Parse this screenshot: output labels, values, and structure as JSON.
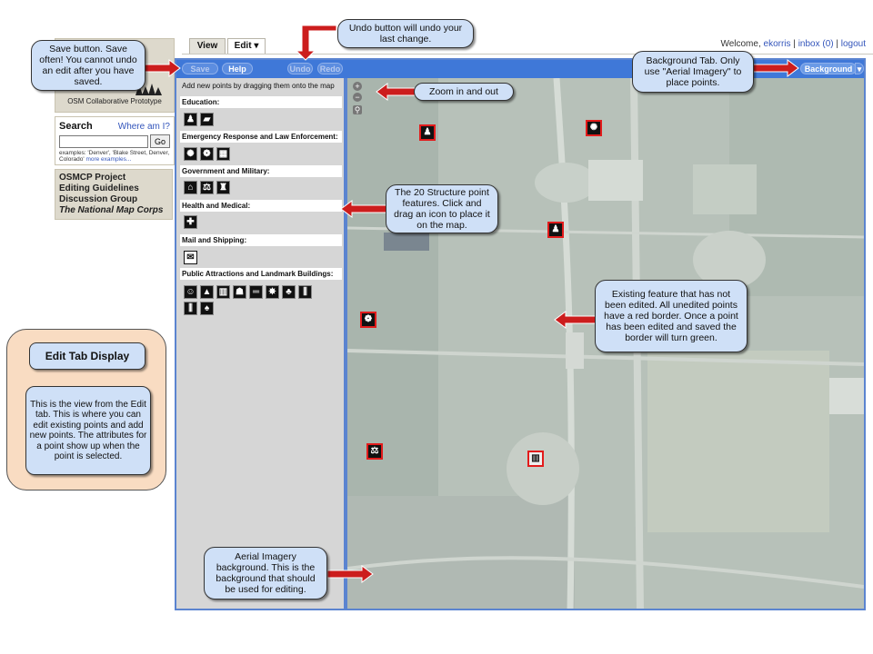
{
  "site": {
    "logo_title_partial": "es",
    "logo_subtitle_partial": "nal",
    "logo_caption": "OSM Collaborative Prototype",
    "search_title": "Search",
    "where_am_i": "Where am I?",
    "search_placeholder": "",
    "go_label": "Go",
    "search_examples": "examples: 'Denver', 'Blake Street, Denver, Colorado'",
    "more_examples": "more examples...",
    "links": [
      "OSMCP Project",
      "Editing Guidelines",
      "Discussion Group",
      "The National Map Corps"
    ]
  },
  "tabs": {
    "view": "View",
    "edit": "Edit ▾"
  },
  "user": {
    "welcome": "Welcome,",
    "username": "ekorris",
    "sep1": " | ",
    "inbox": "inbox (0)",
    "sep2": " | ",
    "logout": "logout"
  },
  "toolbar": {
    "save": "Save",
    "help": "Help",
    "undo": "Undo",
    "redo": "Redo",
    "background": "Background",
    "drop": "▾"
  },
  "palette": {
    "hint": "Add new points by dragging them onto the map",
    "sections": [
      "Education:",
      "Emergency Response and Law Enforcement:",
      "Government and Military:",
      "Health and Medical:",
      "Mail and Shipping:",
      "Public Attractions and Landmark Buildings:"
    ],
    "icons": [
      "school-icon",
      "college-icon",
      "ambulance-icon",
      "fire-station-icon",
      "police-icon",
      "post-office-icon",
      "courthouse-icon",
      "city-hall-icon",
      "hospital-icon",
      "mail-icon",
      "theater-icon",
      "campground-icon",
      "library-icon",
      "museum-icon",
      "bridge-icon",
      "gym-icon",
      "landmark-icon",
      "capitol-icon",
      "building-icon",
      "tree-icon"
    ]
  },
  "map": {
    "zoom_in": "+",
    "zoom_out": "−",
    "zoom_search": "⚲"
  },
  "callouts": {
    "save": "Save button. Save often! You cannot undo an edit after you have saved.",
    "undo": "Undo button will undo your last change.",
    "background": "Background Tab. Only use \"Aerial Imagery\" to place points.",
    "zoom": "Zoom in and out",
    "features": "The 20 Structure point features. Click and drag an icon to place it on the map.",
    "existing": "Existing feature that has not been edited. All unedited points have a red border. Once a point has been edited and saved the border will turn green.",
    "aerial": "Aerial Imagery background. This is the background that should be used for editing."
  },
  "panel": {
    "title": "Edit Tab Display",
    "body": "This is the view from the Edit tab. This is where you can edit existing points and add new points. The attributes for a point show up when the point is selected."
  },
  "colors": {
    "toolbar": "#3f78d8",
    "callout": "#cfe0f7",
    "arrow": "#cc1d1d",
    "panel": "#f9dcc2",
    "marker_border": "#e21b1b"
  }
}
